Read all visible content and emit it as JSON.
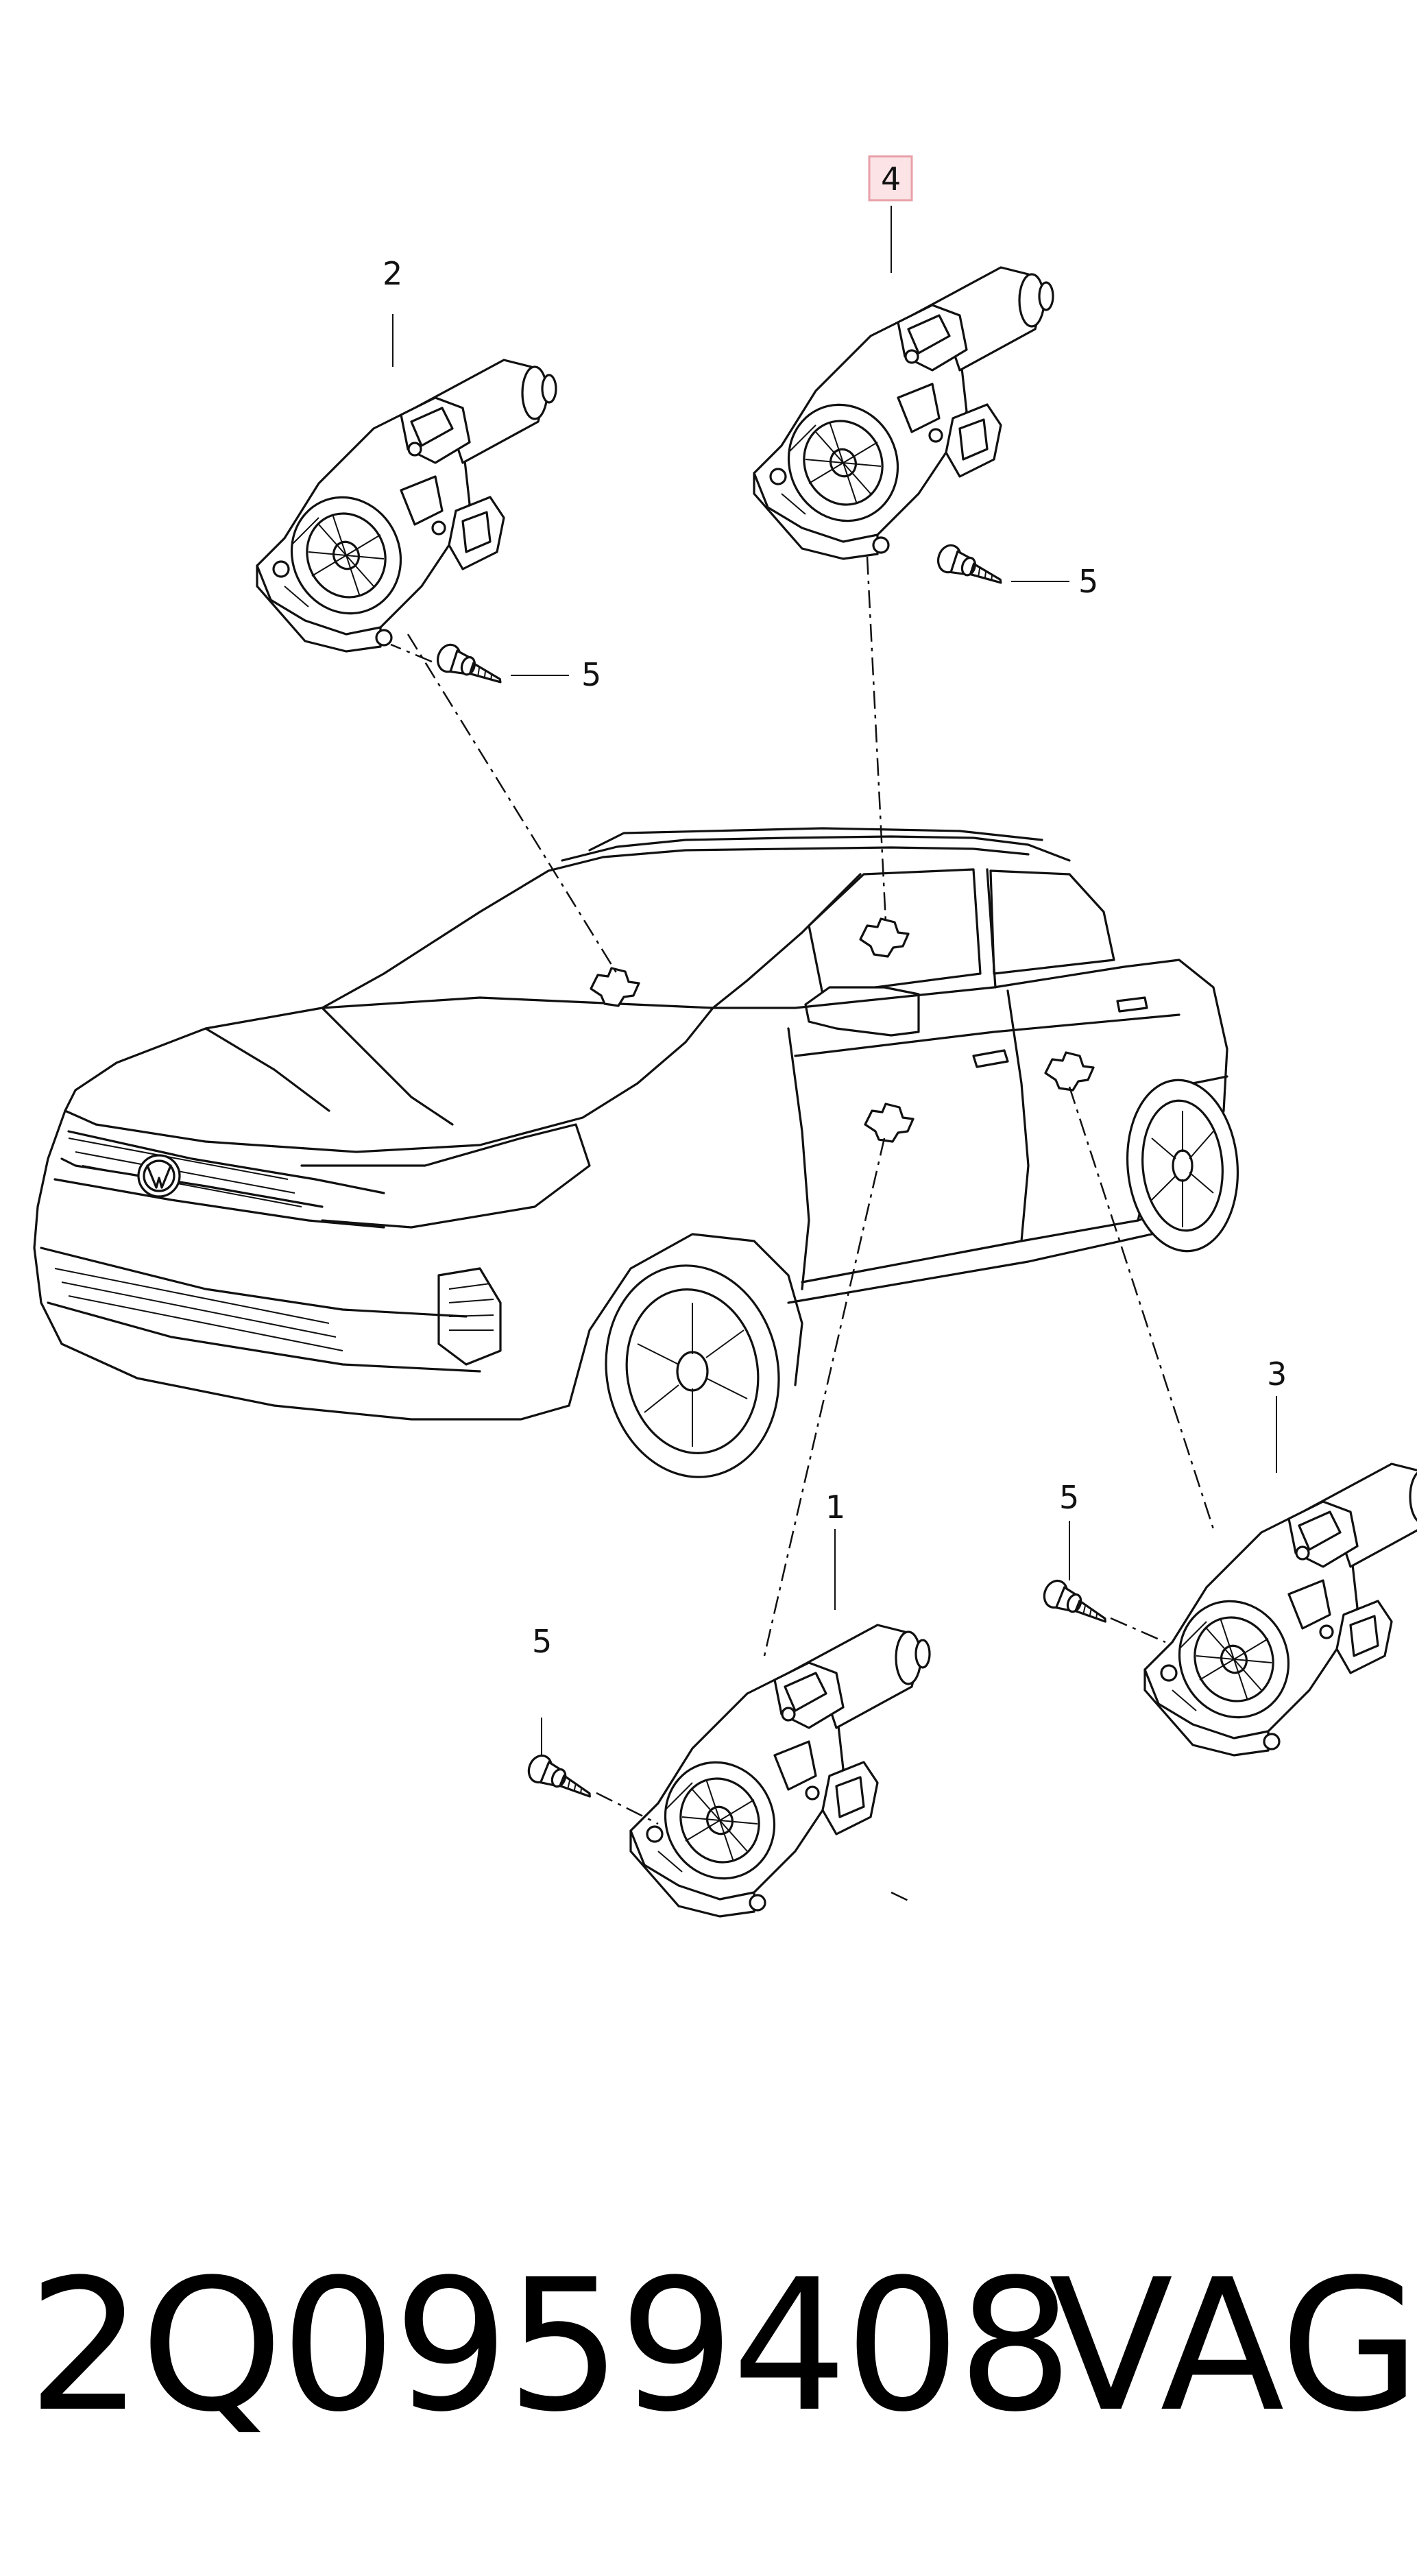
{
  "callouts": {
    "c1": "1",
    "c2": "2",
    "c3": "3",
    "c4": "4",
    "c5a": "5",
    "c5b": "5",
    "c5c": "5",
    "c5d": "5"
  },
  "highlight_color": "#e8a0a8",
  "caption": {
    "part_number": "2Q0959408",
    "brand": "VAG"
  }
}
